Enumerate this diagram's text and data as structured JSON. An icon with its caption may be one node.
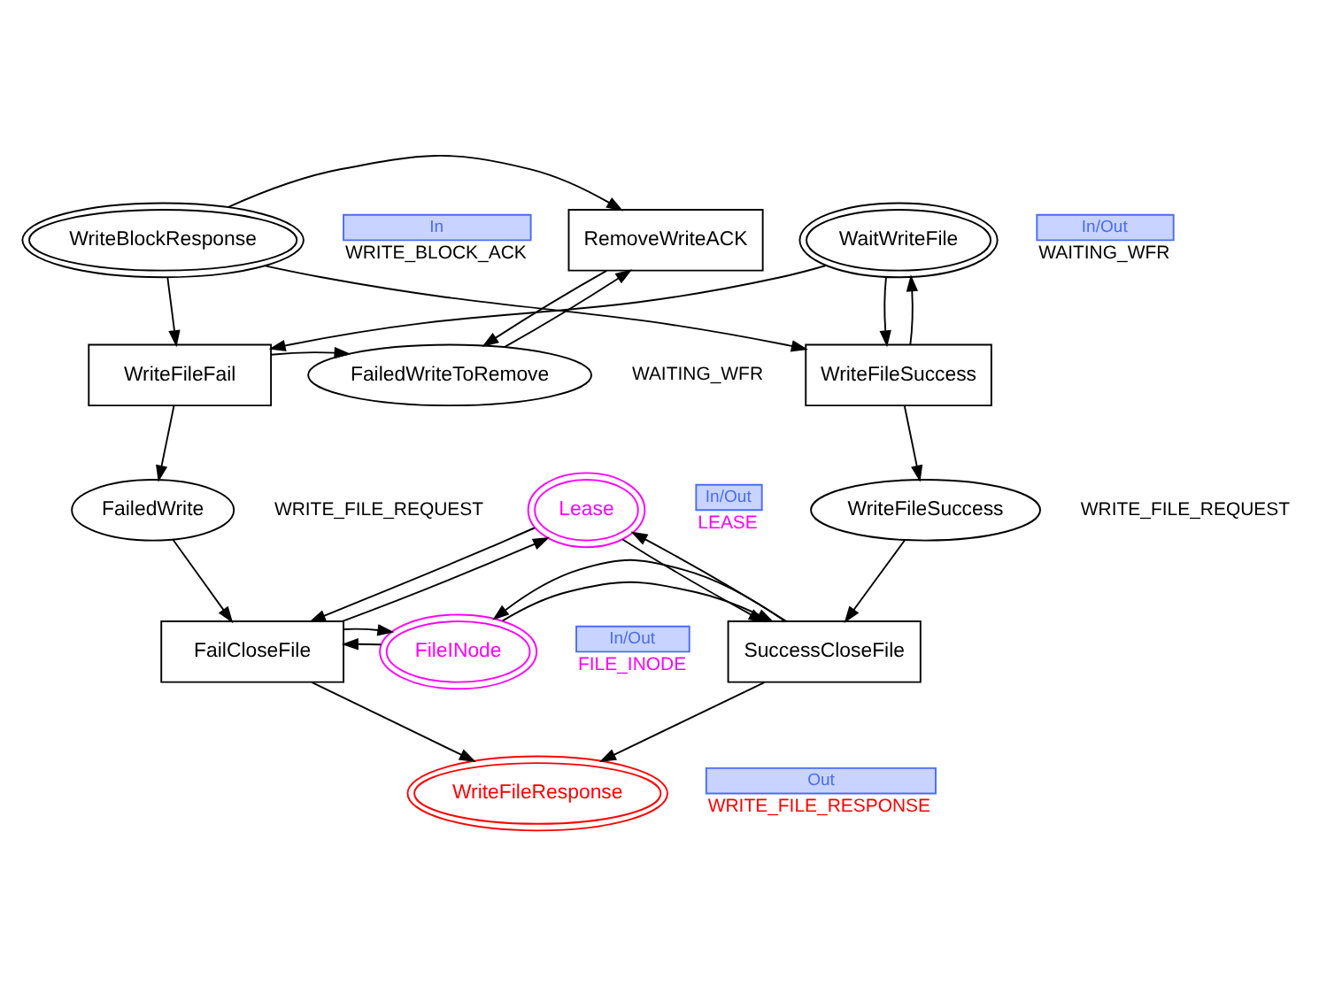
{
  "diagram": {
    "nodes": [
      {
        "text": [
          "WriteBlockResponse"
        ],
        "beside": [
          "In",
          "WRITE_BLOCK_ACK"
        ]
      },
      {
        "text": [
          "RemoveWriteACK"
        ]
      },
      {
        "text": [
          "WaitWriteFile"
        ],
        "beside": [
          "In/Out",
          "WAITING_WFR"
        ]
      },
      {
        "text": [
          "WriteFileFail"
        ]
      },
      {
        "text": [
          "FailedWriteToRemove"
        ],
        "beside": [
          "WAITING_WFR"
        ]
      },
      {
        "text": [
          "WriteFileSuccess"
        ]
      },
      {
        "text": [
          "FailedWrite"
        ],
        "beside": [
          "WRITE_FILE_REQUEST"
        ]
      },
      {
        "text": [
          "Lease"
        ],
        "beside": [
          "In/Out",
          "LEASE"
        ]
      },
      {
        "text": [
          "WriteFileSuccess"
        ],
        "beside": [
          "WRITE_FILE_REQUEST"
        ]
      },
      {
        "text": [
          "FailCloseFile"
        ]
      },
      {
        "text": [
          "FileINode"
        ],
        "beside": [
          "In/Out",
          "FILE_INODE"
        ]
      },
      {
        "text": [
          "SuccessCloseFile"
        ]
      },
      {
        "text": [
          "WriteFileResponse"
        ],
        "beside": [
          "Out",
          "WRITE_FILE_RESPONSE"
        ]
      }
    ],
    "edges": [
      {
        "from": 0,
        "to": 1,
        "arrow": "to"
      },
      {
        "from": 0,
        "to": 3,
        "arrow": "to"
      },
      {
        "from": 0,
        "to": 5,
        "arrow": "to"
      },
      {
        "from": 2,
        "to": 3,
        "arrow": "to"
      },
      {
        "from": 5,
        "to": 2,
        "arrow": "to"
      },
      {
        "from": 2,
        "to": 5,
        "arrow": "to"
      },
      {
        "from": 4,
        "to": 1,
        "arrow": "to"
      },
      {
        "from": 1,
        "to": 4,
        "arrow": "to"
      },
      {
        "from": 3,
        "to": 4,
        "arrow": "to"
      },
      {
        "from": 3,
        "to": 6,
        "arrow": "to"
      },
      {
        "from": 5,
        "to": 8,
        "arrow": "to"
      },
      {
        "from": 6,
        "to": 9,
        "arrow": "to"
      },
      {
        "from": 8,
        "to": 11,
        "arrow": "to"
      },
      {
        "from": 7,
        "to": 9,
        "arrow": "to"
      },
      {
        "from": 9,
        "to": 7,
        "arrow": "to"
      },
      {
        "from": 11,
        "to": 7,
        "arrow": "to"
      },
      {
        "from": 7,
        "to": 11,
        "arrow": "to"
      },
      {
        "from": 10,
        "to": 9,
        "arrow": "to"
      },
      {
        "from": 10,
        "to": 11,
        "arrow": "to"
      },
      {
        "from": 9,
        "to": 10,
        "arrow": "to"
      },
      {
        "from": 11,
        "to": 10,
        "arrow": "to"
      },
      {
        "from": 9,
        "to": 12,
        "arrow": "to"
      },
      {
        "from": 11,
        "to": 12,
        "arrow": "to"
      }
    ]
  }
}
